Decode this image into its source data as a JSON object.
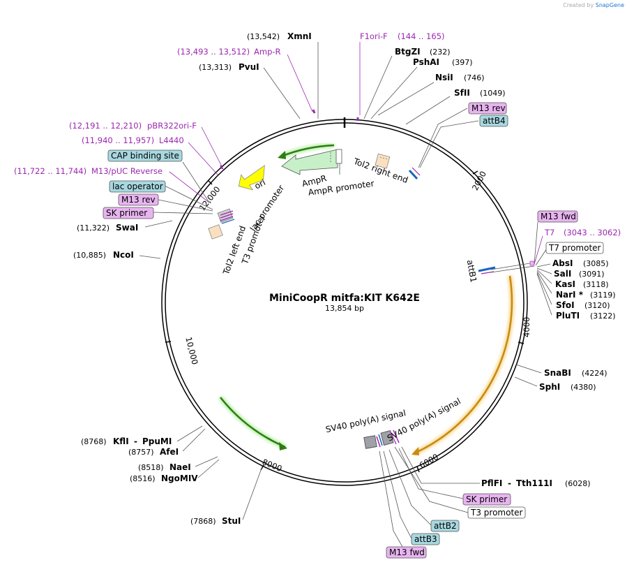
{
  "credit": {
    "prefix": "Created by",
    "brand": "SnapGene"
  },
  "plasmid": {
    "name": "MiniCoopR mitfa:KIT K642E",
    "length": "13,854 bp"
  },
  "ticks": [
    "2000",
    "4000",
    "6000",
    "8000",
    "10,000",
    "12,000"
  ],
  "sites": [
    {
      "name": "XmnI",
      "pos": "(13,542)"
    },
    {
      "name": "PvuI",
      "pos": "(13,313)"
    },
    {
      "name": "BtgZI",
      "pos": "(232)"
    },
    {
      "name": "PshAI",
      "pos": "(397)"
    },
    {
      "name": "NsiI",
      "pos": "(746)"
    },
    {
      "name": "SfII",
      "pos": "(1049)"
    },
    {
      "name": "AbsI",
      "pos": "(3085)"
    },
    {
      "name": "SalI",
      "pos": "(3091)"
    },
    {
      "name": "KasI",
      "pos": "(3118)"
    },
    {
      "name": "NarI *",
      "pos": "(3119)"
    },
    {
      "name": "SfoI",
      "pos": "(3120)"
    },
    {
      "name": "PluTI",
      "pos": "(3122)"
    },
    {
      "name": "SnaBI",
      "pos": "(4224)"
    },
    {
      "name": "SphI",
      "pos": "(4380)"
    },
    {
      "name": "PflFI",
      "sep": "-",
      "name2": "Tth111I",
      "pos": "(6028)"
    },
    {
      "name": "StuI",
      "pos": "(7868)"
    },
    {
      "name": "NgoMIV",
      "pos": "(8516)"
    },
    {
      "name": "NaeI",
      "pos": "(8518)"
    },
    {
      "name": "AfeI",
      "pos": "(8757)"
    },
    {
      "name": "KflI",
      "sep": "-",
      "name2": "PpuMI",
      "pos": "(8768)"
    },
    {
      "name": "NcoI",
      "pos": "(10,885)"
    },
    {
      "name": "SwaI",
      "pos": "(11,322)"
    }
  ],
  "primers": [
    {
      "name": "F1ori-F",
      "pos": "(144 .. 165)"
    },
    {
      "name": "Amp-R",
      "pos": "(13,493 .. 13,512)"
    },
    {
      "name": "pBR322ori-F",
      "pos": "(12,191 .. 12,210)"
    },
    {
      "name": "L4440",
      "pos": "(11,940 .. 11,957)"
    },
    {
      "name": "M13/pUC Reverse",
      "pos": "(11,722 .. 11,744)"
    },
    {
      "name": "T7",
      "pos": "(3043 .. 3062)"
    }
  ],
  "boxes": {
    "m13rev_top": "M13 rev",
    "attb4": "attB4",
    "m13fwd_right": "M13 fwd",
    "t7promoter_right": "T7 promoter",
    "cap": "CAP binding site",
    "lacop": "lac operator",
    "m13rev_left": "M13 rev",
    "skprimer_left": "SK primer",
    "skprimer_bottom": "SK primer",
    "t3promoter_bottom": "T3 promoter",
    "attb2": "attB2",
    "attb3": "attB3",
    "m13fwd_bottom": "M13 fwd"
  },
  "features": {
    "ori": "ori",
    "ampr": "AmpR",
    "ampr_promoter": "AmpR promoter",
    "tol2_right": "Tol2 right end",
    "tol2_left": "Tol2 left end",
    "lac_promoter": "lac promoter",
    "t3_promoter": "T3 promoter",
    "attb1": "attB1",
    "sv40_a": "SV40 poly(A) signal",
    "sv40_b": "SV40 poly(A) signal"
  },
  "colors": {
    "primer": "#9c27b0",
    "box_blue": "#a8d8e0",
    "box_purple": "#e8b4f0",
    "ori": "#ffff00",
    "ampr": "#c8f0c8",
    "orange_arc": "#f0b030",
    "green_arc": "#4caf50"
  }
}
